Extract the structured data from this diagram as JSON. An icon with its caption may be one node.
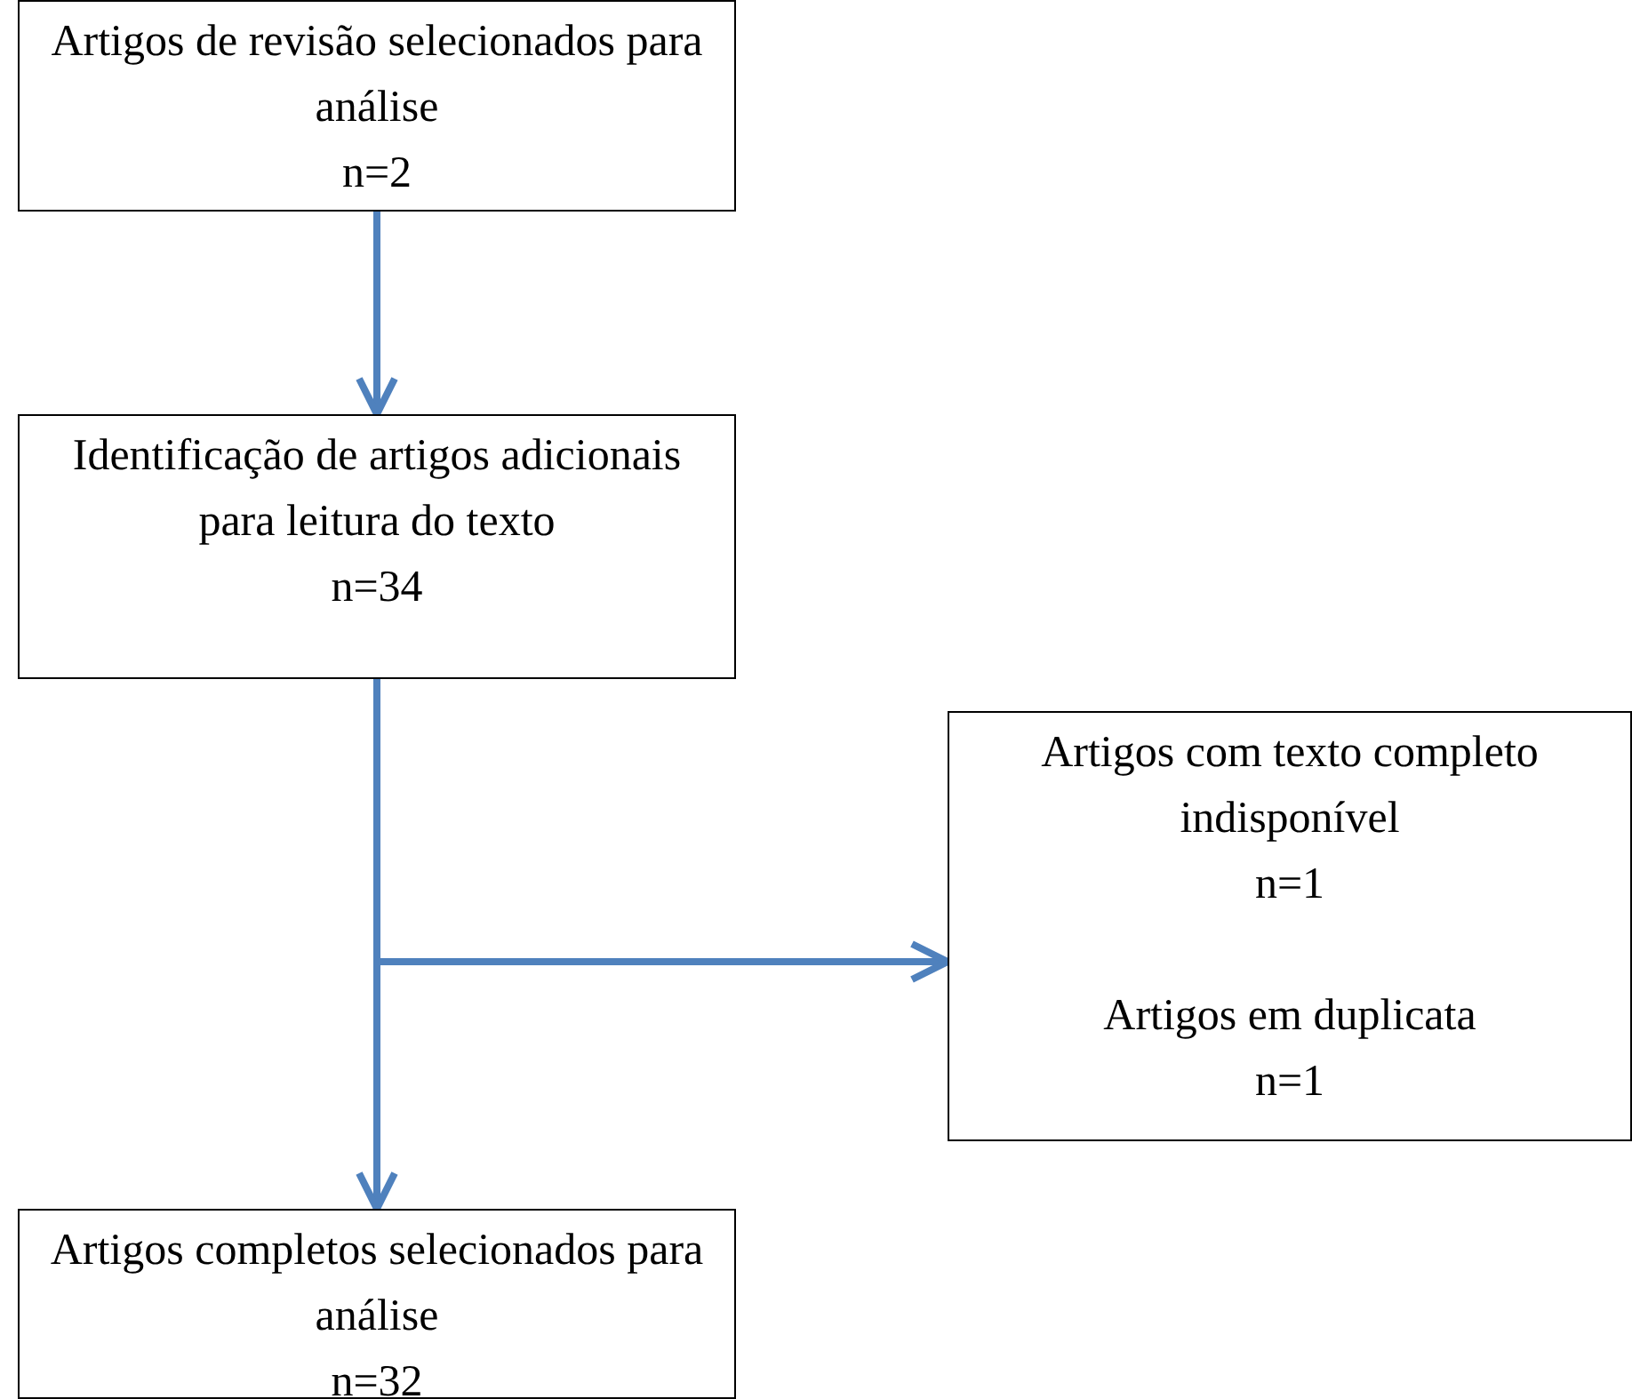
{
  "diagram": {
    "nodes": [
      {
        "text": [
          "Artigos de revisão selecionados para análise",
          "n=2"
        ]
      },
      {
        "text": [
          "Identificação de artigos adicionais para leitura do texto",
          "n=34"
        ]
      },
      {
        "text": [
          "Artigos com texto completo indisponível",
          "n=1",
          "Artigos em duplicata",
          "n=1"
        ]
      },
      {
        "text": [
          "Artigos completos selecionados para análise",
          "n=32"
        ]
      }
    ],
    "edges": [
      {
        "from": 0,
        "to": 1,
        "arrow": "to"
      },
      {
        "from": 1,
        "to": 3,
        "arrow": "to"
      },
      {
        "from": 1,
        "to": 2,
        "arrow": "to"
      }
    ]
  }
}
